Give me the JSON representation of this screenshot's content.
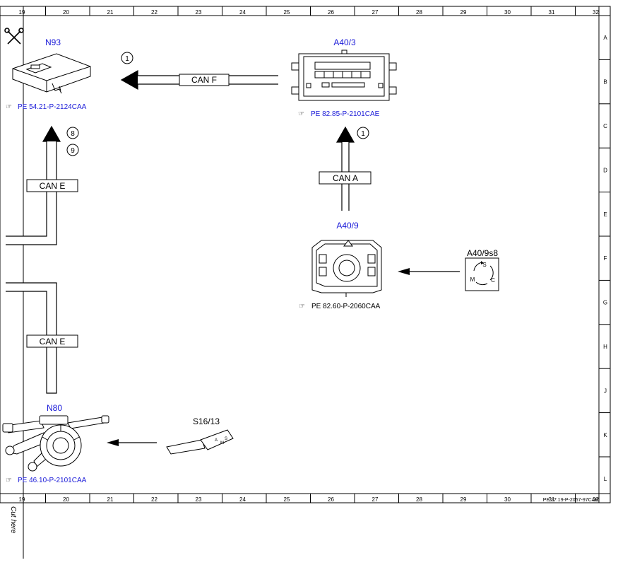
{
  "grid": {
    "columns": [
      "19",
      "20",
      "21",
      "22",
      "23",
      "24",
      "25",
      "26",
      "27",
      "28",
      "29",
      "30",
      "31",
      "32"
    ],
    "rows": [
      "A",
      "B",
      "C",
      "D",
      "E",
      "F",
      "G",
      "H",
      "J",
      "K",
      "L"
    ]
  },
  "components": {
    "n93": {
      "label": "N93",
      "ref": "PE 54.21-P-2124CAA"
    },
    "a40_3": {
      "label": "A40/3",
      "ref": "PE 82.85-P-2101CAE"
    },
    "a40_9": {
      "label": "A40/9",
      "ref": "PE 82.60-P-2060CAA"
    },
    "a40_9s8": {
      "label": "A40/9s8",
      "letters": [
        "S",
        "M",
        "C"
      ]
    },
    "n80": {
      "label": "N80",
      "ref": "PE 46.10-P-2101CAA"
    },
    "s16_13": {
      "label": "S16/13"
    }
  },
  "buses": {
    "can_f": "CAN F",
    "can_a": "CAN A",
    "can_e_top": "CAN E",
    "can_e_bottom": "CAN E"
  },
  "callouts": {
    "can_f": "1",
    "can_a": "1",
    "can_e_a": "8",
    "can_e_b": "9"
  },
  "footer": {
    "doc_ref": "PE 27.19-P-2057-97CAB",
    "cut_here": "Cut here"
  }
}
